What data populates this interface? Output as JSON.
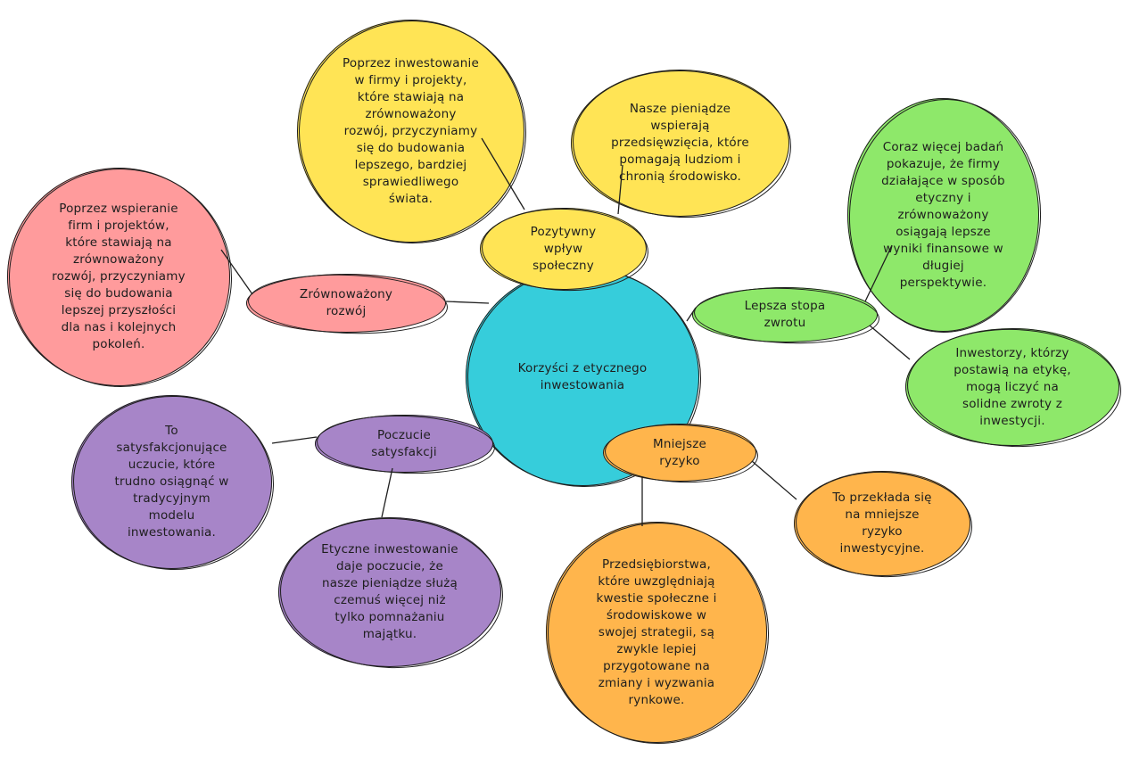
{
  "colors": {
    "central": "#36cddb",
    "sustainable": "#ff9b9c",
    "social": "#ffe455",
    "returns": "#8ee86a",
    "satisfaction": "#a785c8",
    "risk": "#ffb54c",
    "stroke": "#1e1e1e"
  },
  "central": {
    "label": "Korzyści z etycznego\ninwestowania"
  },
  "branches": {
    "sustainable": {
      "label": "Zrównoważony\nrozwój",
      "details": [
        "Poprzez wspieranie\nfirm i projektów,\nktóre stawiają na\nzrównoważony\nrozwój, przyczyniamy\nsię do budowania\nlepszej przyszłości\ndla nas i kolejnych\npokoleń."
      ]
    },
    "social": {
      "label": "Pozytywny\nwpływ\nspołeczny",
      "details": [
        "Poprzez inwestowanie\nw firmy i projekty,\nktóre stawiają na\nzrównoważony\nrozwój, przyczyniamy\nsię do budowania\nlepszego, bardziej\nsprawiedliwego\nświata.",
        "Nasze pieniądze\nwspierają\nprzedsięwzięcia, które\npomagają ludziom i\nchronią środowisko."
      ]
    },
    "returns": {
      "label": "Lepsza stopa\nzwrotu",
      "details": [
        "Coraz więcej badań\npokazuje, że firmy\ndziałające w sposób\netyczny i\nzrównoważony\nosiągają lepsze\nwyniki finansowe w\ndługiej\nperspektywie.",
        "Inwestorzy, którzy\npostawią na etykę,\nmogą liczyć na\nsolidne zwroty z\ninwestycji."
      ]
    },
    "satisfaction": {
      "label": "Poczucie\nsatysfakcji",
      "details": [
        "To\nsatysfakcjonujące\nuczucie, które\ntrudno osiągnąć w\ntradycyjnym\nmodelu\ninwestowania.",
        "Etyczne inwestowanie\ndaje poczucie, że\nnasze pieniądze służą\nczemuś więcej niż\ntylko pomnażaniu\nmajątku."
      ]
    },
    "risk": {
      "label": "Mniejsze\nryzyko",
      "details": [
        "To przekłada się\nna mniejsze\nryzyko\ninwestycyjne.",
        "Przedsiębiorstwa,\nktóre uwzględniają\nkwestie społeczne i\nśrodowiskowe w\nswojej strategii, są\nzwykle lepiej\nprzygotowane na\nzmiany i wyzwania\nrynkowe."
      ]
    }
  }
}
